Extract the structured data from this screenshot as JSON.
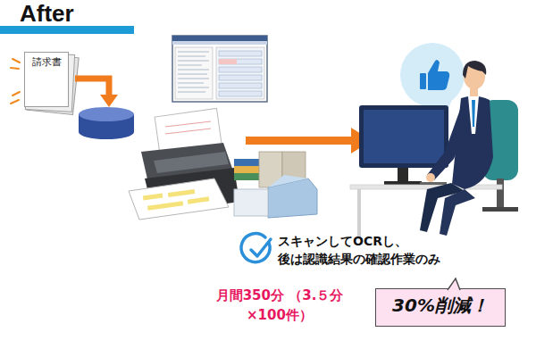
{
  "diagram": {
    "title": "After",
    "nodes": [
      {
        "text": [
          "請求書"
        ]
      },
      {
        "text": [
          "30%削減！"
        ]
      }
    ],
    "labels": [
      "スキャンしてOCRし、 後は認識結果の確認作業のみ",
      "月間350分 （3.５分×100件）"
    ]
  }
}
